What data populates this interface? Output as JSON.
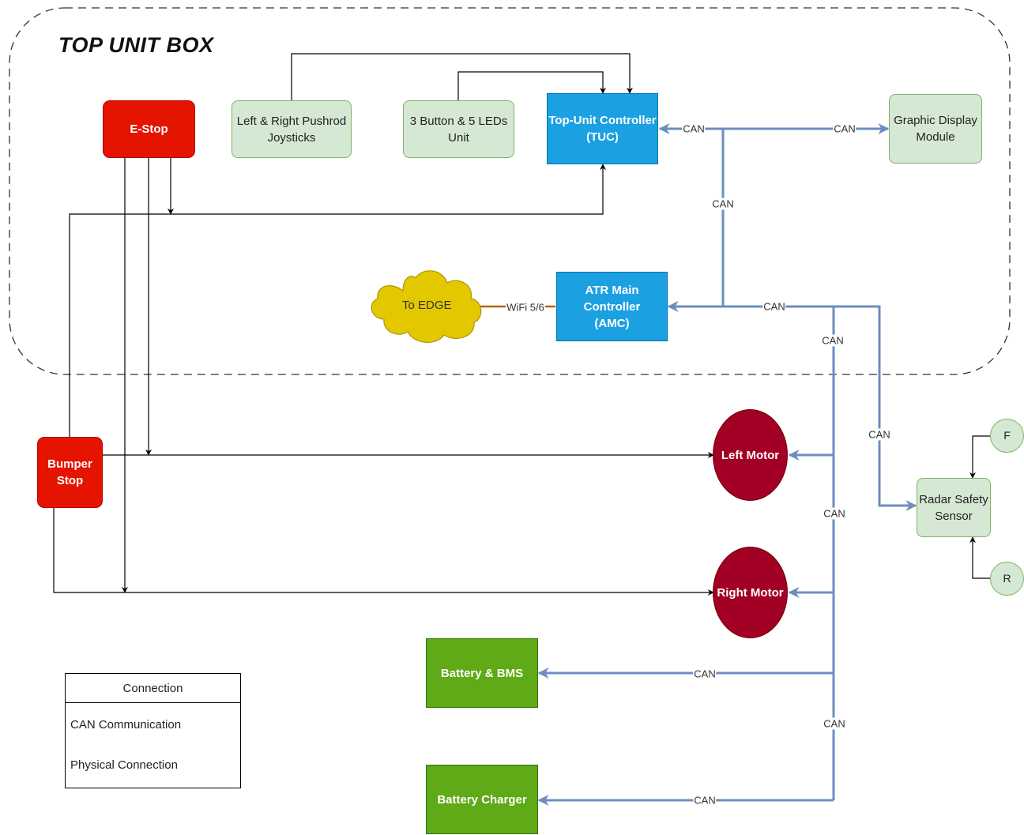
{
  "title": "TOP UNIT BOX",
  "nodes": {
    "estop": "E-Stop",
    "joysticks": "Left & Right Pushrod\nJoysticks",
    "buttons_leds": "3 Button & 5 LEDs\nUnit",
    "tuc": "Top-Unit Controller\n(TUC)",
    "gdm": "Graphic Display\nModule",
    "edge": "To EDGE",
    "amc": "ATR Main Controller\n(AMC)",
    "bumper": "Bumper\nStop",
    "left_motor": "Left Motor",
    "right_motor": "Right Motor",
    "radar": "Radar Safety\nSensor",
    "f": "F",
    "r": "R",
    "battery_bms": "Battery & BMS",
    "charger": "Battery Charger"
  },
  "edge_labels": {
    "can_tuc": "CAN",
    "can_gdm": "CAN",
    "can_vertical_top": "CAN",
    "wifi": "WiFi 5/6",
    "can_amc": "CAN",
    "can_bus_1": "CAN",
    "can_radar": "CAN",
    "can_bus_2": "CAN",
    "can_bms": "CAN",
    "can_bus_3": "CAN",
    "can_charger": "CAN"
  },
  "legend": {
    "title": "Connection",
    "can": "CAN Communication",
    "physical": "Physical Connection"
  },
  "colors": {
    "can_line": "#6c8ebf",
    "physical_line": "#000000",
    "wifi_line": "#b46504"
  }
}
